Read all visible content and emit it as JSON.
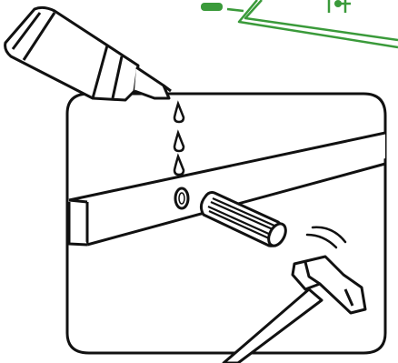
{
  "figure": {
    "kind": "assembly-instruction",
    "steps": [
      {
        "id": "apply-glue",
        "icon": "glue-bottle-icon"
      },
      {
        "id": "glue-drops",
        "icon": "glue-drop-icon",
        "count": 3
      },
      {
        "id": "insert-dowel",
        "icon": "wooden-dowel-icon"
      },
      {
        "id": "tap-with-hammer",
        "icon": "hammer-icon"
      }
    ],
    "inset": {
      "icon": "green-board-preview",
      "color": "#3a9a3a"
    }
  },
  "colors": {
    "line": "#111111",
    "accent_green": "#3a9a3a",
    "fill": "#ffffff"
  }
}
